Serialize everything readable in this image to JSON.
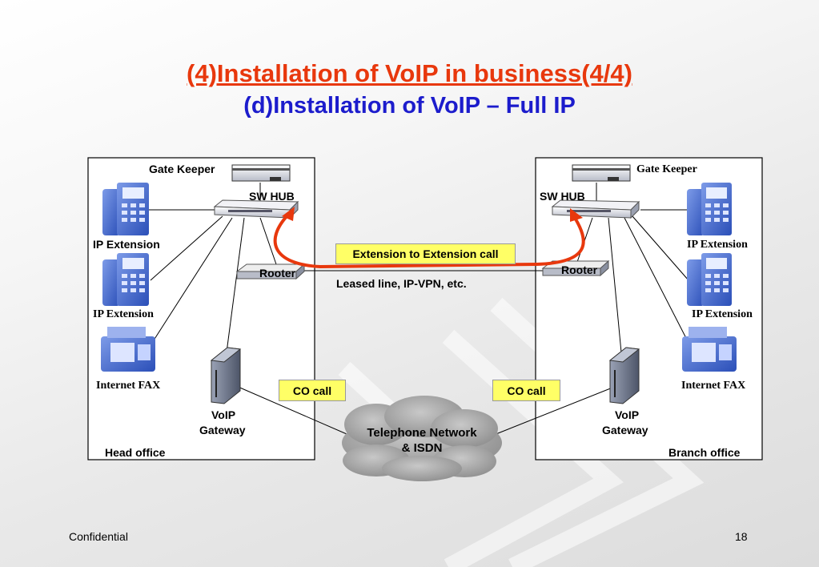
{
  "title": "(4)Installation of VoIP in business(4/4)",
  "subtitle": "(d)Installation of VoIP – Full IP",
  "head_office": {
    "name": "Head office",
    "gate_keeper": "Gate Keeper",
    "sw_hub": "SW HUB",
    "router": "Rooter",
    "ip_extension_1": "IP Extension",
    "ip_extension_2": "IP Extension",
    "internet_fax": "Internet FAX",
    "voip_gateway_line1": "VoIP",
    "voip_gateway_line2": "Gateway"
  },
  "branch_office": {
    "name": "Branch office",
    "gate_keeper": "Gate Keeper",
    "sw_hub": "SW HUB",
    "router": "Rooter",
    "ip_extension_1": "IP Extension",
    "ip_extension_2": "IP Extension",
    "internet_fax": "Internet FAX",
    "voip_gateway_line1": "VoIP",
    "voip_gateway_line2": "Gateway"
  },
  "extension_call": "Extension to Extension call",
  "leased_line": "Leased line, IP-VPN, etc.",
  "co_call_left": "CO call",
  "co_call_right": "CO call",
  "network_line1": "Telephone Network",
  "network_line2": "& ISDN",
  "footer": {
    "left": "Confidential",
    "page": "18"
  },
  "colors": {
    "title": "#e8380d",
    "subtitle": "#1c1ccc",
    "call_arrow": "#e8380d",
    "callout": "#ffff66",
    "device_blue": "#3a5ec8"
  }
}
